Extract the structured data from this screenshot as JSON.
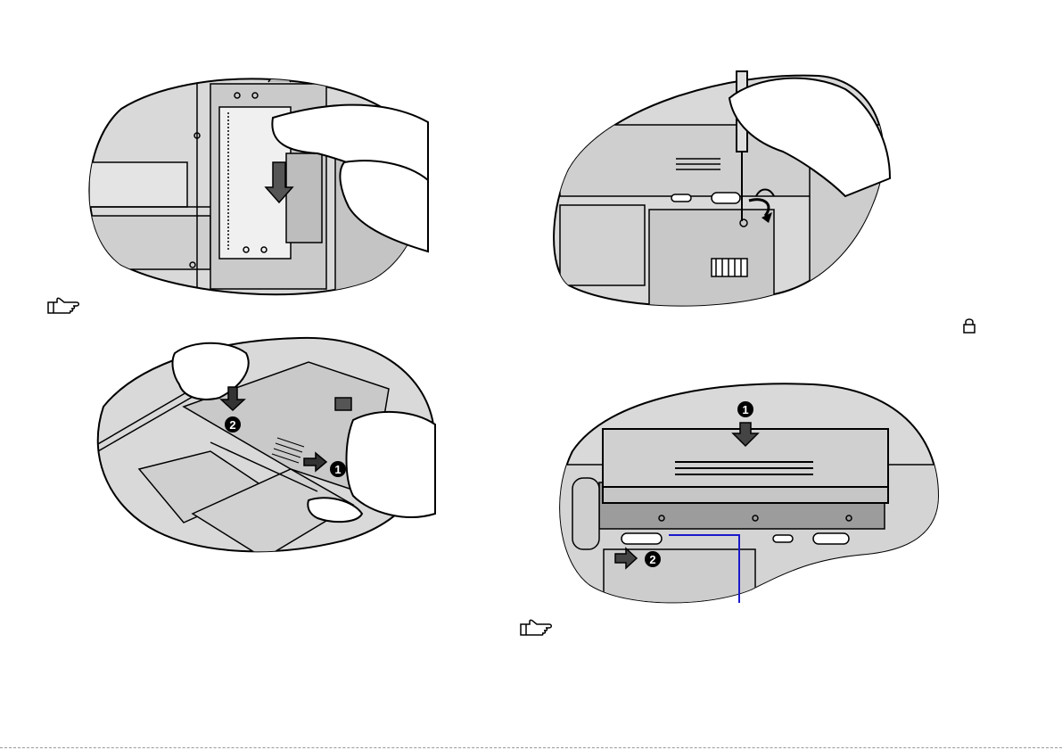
{
  "page": {
    "background": "#ffffff",
    "callout_color": "#1a1acc"
  },
  "figures": [
    {
      "id": "memory-module-insertion",
      "step_badges": []
    },
    {
      "id": "screw-removal",
      "step_badges": []
    },
    {
      "id": "memory-cover-replacement",
      "step_badges": [
        "2",
        "1"
      ]
    },
    {
      "id": "battery-insertion",
      "step_badges": [
        "1",
        "2"
      ]
    }
  ],
  "icons": {
    "note_icon_1": "pointing-hand-note-icon",
    "note_icon_2": "pointing-hand-note-icon",
    "lock": "lock-icon"
  }
}
